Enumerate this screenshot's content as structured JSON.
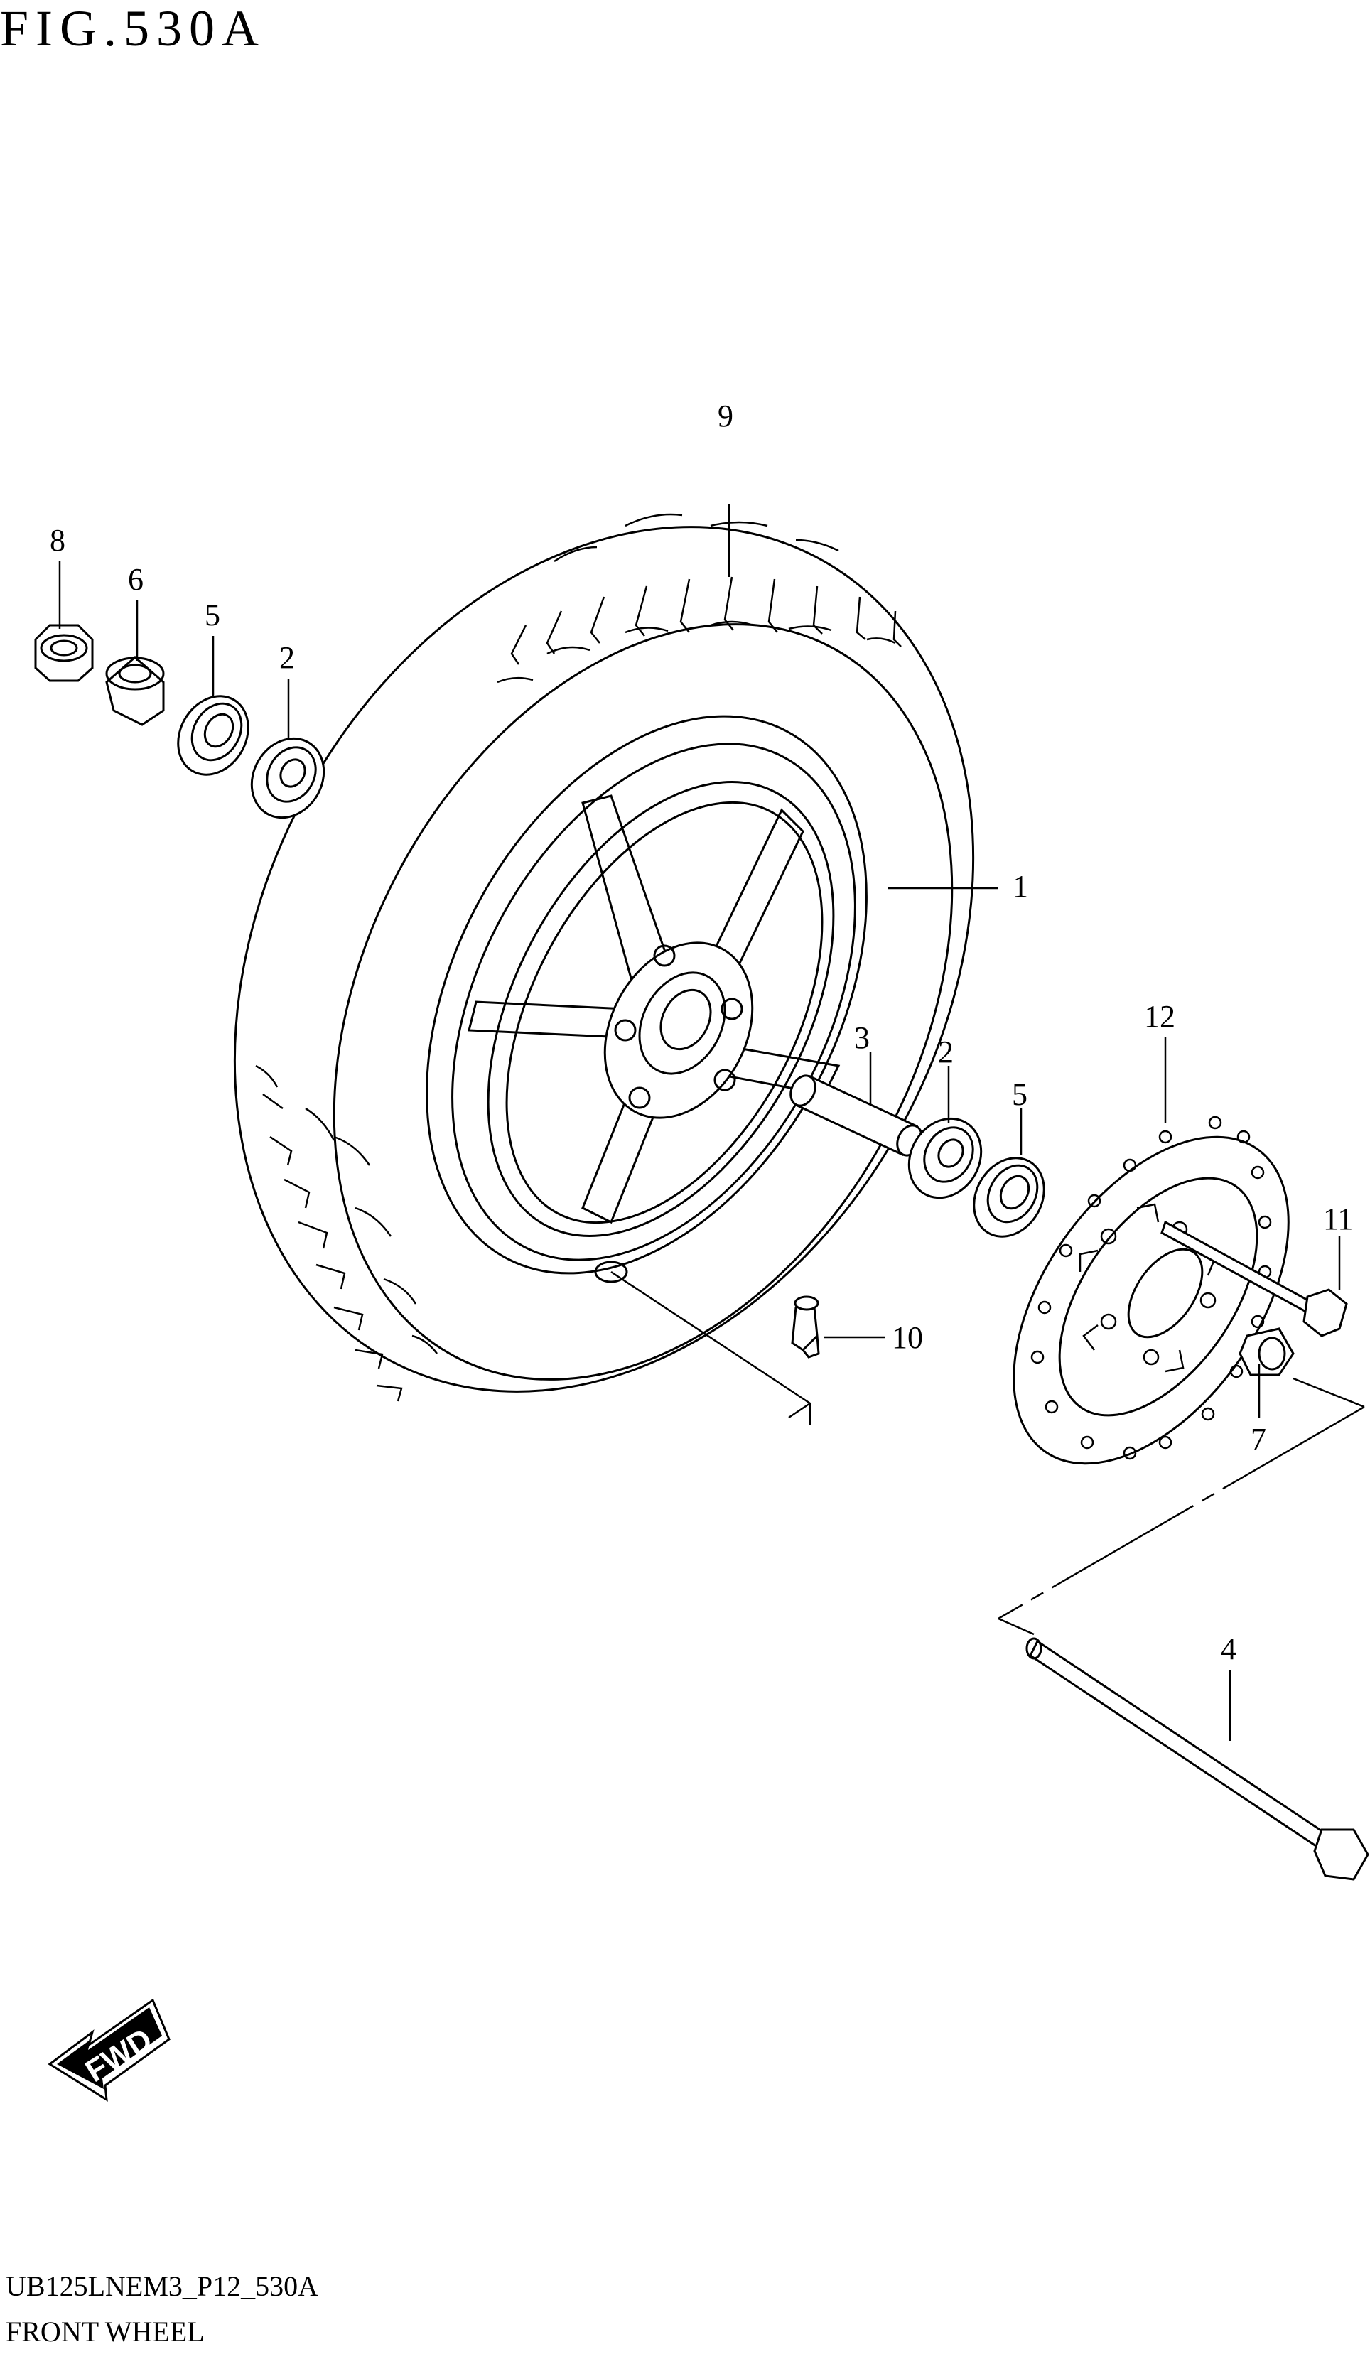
{
  "figure": {
    "title": "FIG.530A",
    "footer_code": "UB125LNEM3_P12_530A",
    "footer_name": "FRONT WHEEL"
  },
  "callouts": [
    {
      "id": "1",
      "part": "wheel"
    },
    {
      "id": "2",
      "part": "bearing-left"
    },
    {
      "id": "2",
      "part": "bearing-right"
    },
    {
      "id": "3",
      "part": "spacer"
    },
    {
      "id": "4",
      "part": "axle"
    },
    {
      "id": "5",
      "part": "oil-seal-left"
    },
    {
      "id": "5",
      "part": "oil-seal-right"
    },
    {
      "id": "6",
      "part": "collar"
    },
    {
      "id": "7",
      "part": "disc-collar"
    },
    {
      "id": "8",
      "part": "axle-nut"
    },
    {
      "id": "9",
      "part": "tire"
    },
    {
      "id": "10",
      "part": "valve"
    },
    {
      "id": "11",
      "part": "disc-bolt"
    },
    {
      "id": "12",
      "part": "brake-disc"
    }
  ],
  "direction_badge": "FWD"
}
